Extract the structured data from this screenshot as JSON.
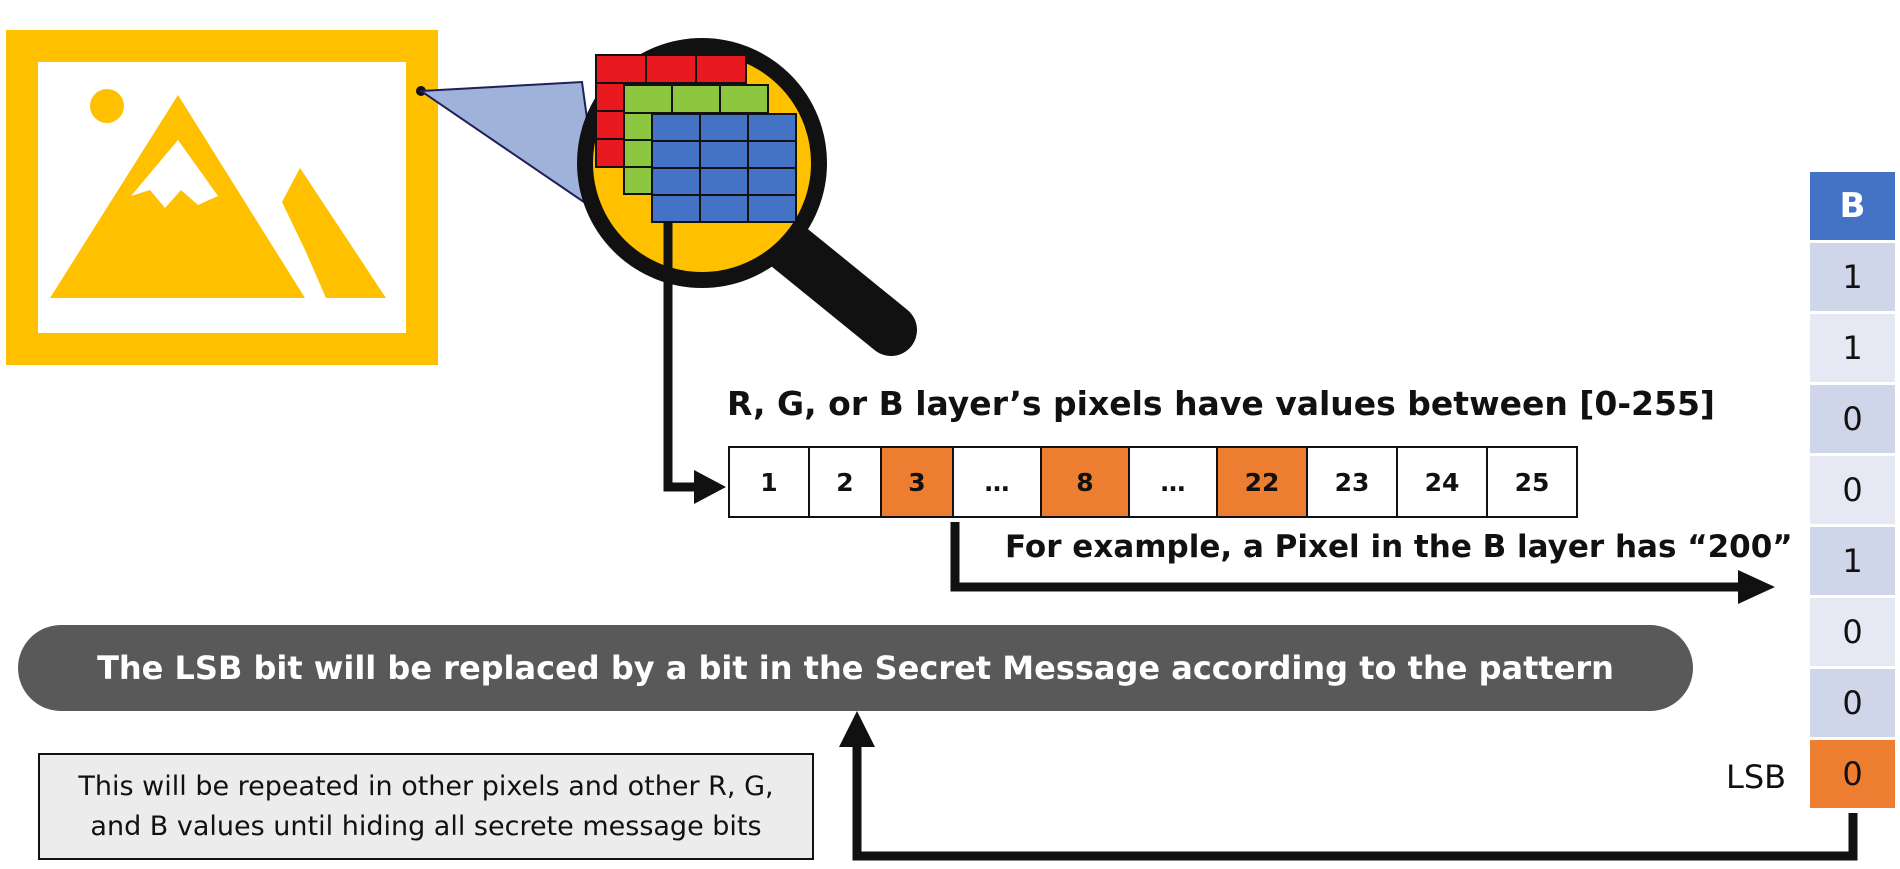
{
  "pixel_caption": "R, G, or B layer’s pixels have values between [0-255]",
  "pixel_cells": [
    {
      "label": "1",
      "highlight": false
    },
    {
      "label": "2",
      "highlight": false
    },
    {
      "label": "3",
      "highlight": true
    },
    {
      "label": "…",
      "highlight": false
    },
    {
      "label": "8",
      "highlight": true
    },
    {
      "label": "…",
      "highlight": false
    },
    {
      "label": "22",
      "highlight": true
    },
    {
      "label": "23",
      "highlight": false
    },
    {
      "label": "24",
      "highlight": false
    },
    {
      "label": "25",
      "highlight": false
    }
  ],
  "example_caption": "For example, a Pixel in the B layer has “200”",
  "banner_text": "The LSB bit will be replaced by a bit in the Secret Message according to the pattern",
  "note_text": "This will be repeated in other pixels and other R, G, and B values until hiding all secrete message bits",
  "bit_column": {
    "header": "B",
    "bits": [
      "1",
      "1",
      "0",
      "0",
      "1",
      "0",
      "0",
      "0"
    ],
    "lsb_label": "LSB"
  },
  "colors": {
    "image_frame": "#ffc000",
    "red_layer": "#e8191f",
    "green_layer": "#8dc63f",
    "blue_layer": "#4472c4",
    "highlight": "#ed7d31",
    "banner": "#595959",
    "bit_light": "#e6e9f4",
    "bit_dark": "#d0d6ea"
  },
  "icons": [
    "image-icon",
    "magnifier-icon"
  ]
}
